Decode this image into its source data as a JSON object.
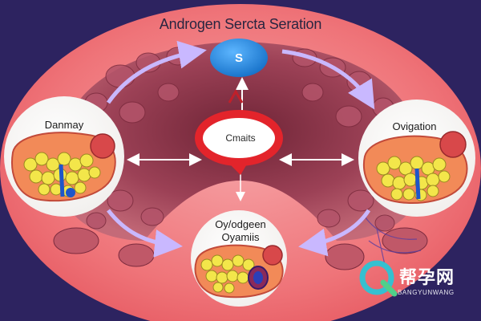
{
  "title": "Androgen Sercta Seration",
  "top_badge": "S",
  "center_label": "Cmaits",
  "left_label": "Danmay",
  "right_label": "Ovigation",
  "bottom_label_line1": "Oy/odgeen",
  "bottom_label_line2": "Oyamiis",
  "watermark": {
    "title": "帮孕网",
    "subtitle": "BANGYUNWANG"
  },
  "colors": {
    "background": "#2d2360",
    "outer_oval": "#ee6e72",
    "tissue": "#a84a5a",
    "badge_blue": "#1f86e0",
    "center_ring": "#e3242b",
    "arrow_purple": "#b8a6f0",
    "arrow_white": "#ffffff",
    "cluster_yellow": "#f3e64a"
  }
}
